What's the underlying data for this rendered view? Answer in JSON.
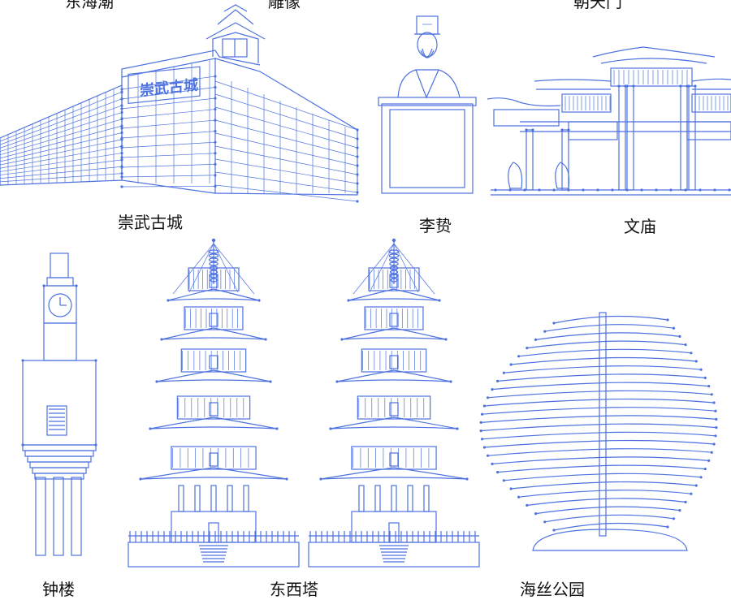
{
  "colors": {
    "ink": "#4d72e0",
    "text": "#111111"
  },
  "labels": {
    "top_left_partial": "东海潮",
    "top_mid_partial": "雕像",
    "top_right_partial": "朝天门",
    "chongwu": "崇武古城",
    "lizhi": "李贽",
    "wenmiao": "文庙",
    "zhonglou": "钟楼",
    "dongxita": "东西塔",
    "haisi": "海丝公园"
  },
  "signs": {
    "city_wall_plaque": "崇武古城"
  }
}
